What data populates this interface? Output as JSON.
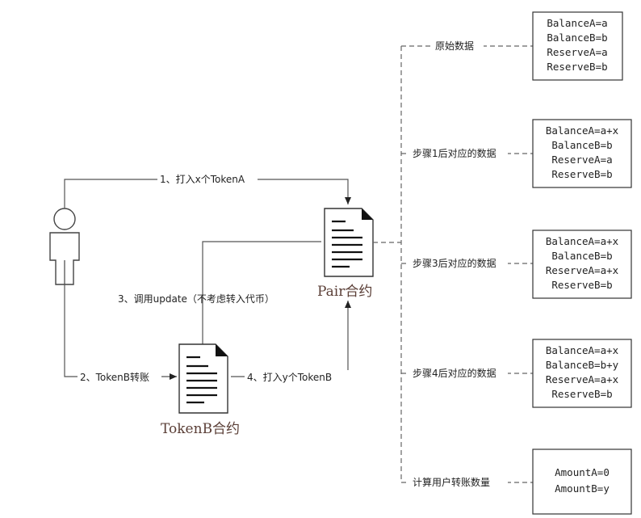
{
  "user": {
    "icon": "person-icon"
  },
  "pair": {
    "label": "Pair合约",
    "icon": "document-icon"
  },
  "tokenb": {
    "label": "TokenB合约",
    "icon": "document-icon"
  },
  "steps": {
    "s1": "1、打入x个TokenA",
    "s2": "2、TokenB转账",
    "s3": "3、调用update（不考虑转入代币）",
    "s4": "4、打入y个TokenB"
  },
  "states": [
    {
      "label": "原始数据",
      "lines": [
        "BalanceA=a",
        "BalanceB=b",
        "ReserveA=a",
        "ReserveB=b"
      ]
    },
    {
      "label": "步骤1后对应的数据",
      "lines": [
        "BalanceA=a+x",
        "BalanceB=b",
        "ReserveA=a",
        "ReserveB=b"
      ]
    },
    {
      "label": "步骤3后对应的数据",
      "lines": [
        "BalanceA=a+x",
        "BalanceB=b",
        "ReserveA=a+x",
        "ReserveB=b"
      ]
    },
    {
      "label": "步骤4后对应的数据",
      "lines": [
        "BalanceA=a+x",
        "BalanceB=b+y",
        "ReserveA=a+x",
        "ReserveB=b"
      ]
    },
    {
      "label": "计算用户转账数量",
      "lines": [
        "AmountA=0",
        "AmountB=y"
      ]
    }
  ]
}
